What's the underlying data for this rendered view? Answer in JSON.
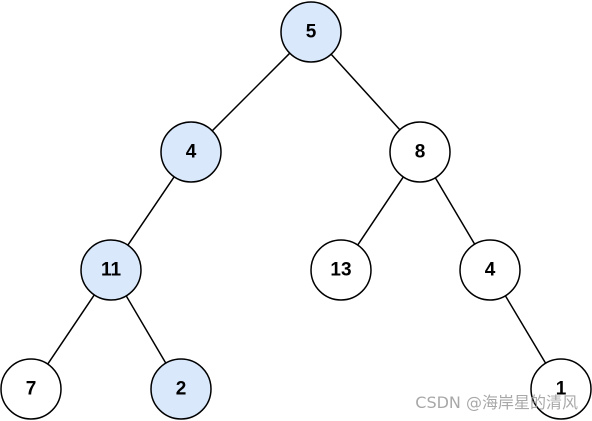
{
  "colors": {
    "highlight_fill": "#dae8fc",
    "normal_fill": "#ffffff",
    "stroke": "#000000"
  },
  "tree": {
    "nodes": [
      {
        "id": "root",
        "label": "5",
        "highlighted": true
      },
      {
        "id": "l",
        "label": "4",
        "highlighted": true
      },
      {
        "id": "r",
        "label": "8",
        "highlighted": false
      },
      {
        "id": "ll",
        "label": "11",
        "highlighted": true
      },
      {
        "id": "rl",
        "label": "13",
        "highlighted": false
      },
      {
        "id": "rr",
        "label": "4",
        "highlighted": false
      },
      {
        "id": "lll",
        "label": "7",
        "highlighted": false
      },
      {
        "id": "llr",
        "label": "2",
        "highlighted": true
      },
      {
        "id": "rrr",
        "label": "1",
        "highlighted": false
      }
    ],
    "edges": [
      {
        "from": "root",
        "to": "l"
      },
      {
        "from": "root",
        "to": "r"
      },
      {
        "from": "l",
        "to": "ll"
      },
      {
        "from": "ll",
        "to": "lll"
      },
      {
        "from": "ll",
        "to": "llr"
      },
      {
        "from": "r",
        "to": "rl"
      },
      {
        "from": "r",
        "to": "rr"
      },
      {
        "from": "rr",
        "to": "rrr"
      }
    ]
  },
  "watermark": "CSDN @海岸星的清风"
}
